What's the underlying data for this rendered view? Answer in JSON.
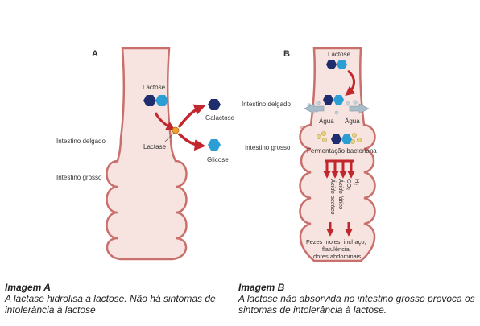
{
  "panel_a": {
    "letter": "A",
    "lactose_label": "Lactose",
    "enzyme_label": "Lactase",
    "galactose_label": "Galactose",
    "glucose_label": "Glicose",
    "small_intestine_label": "Intestino delgado",
    "large_intestine_label": "Intestino grosso"
  },
  "panel_b": {
    "letter": "B",
    "lactose_label": "Lactose",
    "water_left_label": "Água",
    "water_right_label": "Água",
    "fermentation_label": "Fermentação bacteriana",
    "small_intestine_label": "Intestino delgado",
    "large_intestine_label": "Intestino grosso",
    "products": [
      "H₂",
      "CO₂",
      "Ácido lático",
      "Ácido acético"
    ],
    "symptoms": [
      "Fezes moles, inchaço,",
      "flatulência,",
      "dores abdominais"
    ]
  },
  "captions": {
    "a_title": "Imagem A",
    "a_text": "A lactase hidrolisa a lactose. Não há sintomas de intolerância à lactose",
    "b_title": "Imagem B",
    "b_text": "A lactose não absorvida no intestino grosso provoca os sintomas de intolerância à lactose."
  },
  "colors": {
    "intestine_fill": "#f7e3df",
    "intestine_wall": "#c9706c",
    "glucose_blue": "#2b9fd3",
    "galactose_navy": "#1f2d6e",
    "arrow_red": "#c1272d",
    "enzyme_orange": "#f0a030",
    "water_bubble": "#a9bcc9"
  }
}
